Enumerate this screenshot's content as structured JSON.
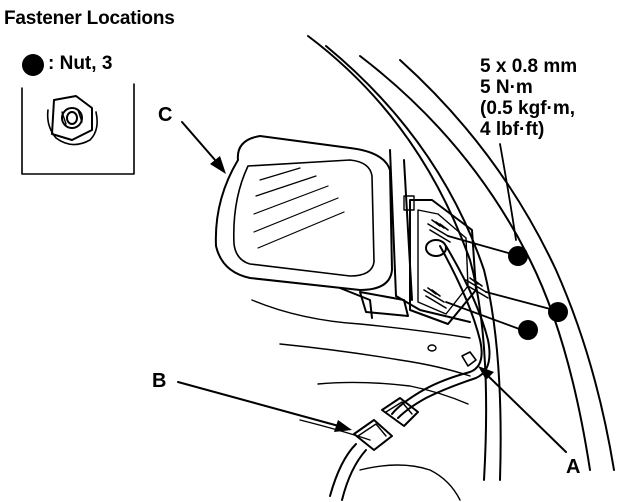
{
  "title": "Fastener Locations",
  "legend": {
    "symbol": "filled-circle",
    "label": ": Nut, 3"
  },
  "torque_spec": {
    "size": "5 x 0.8 mm",
    "torque_nm": "5 N·m",
    "torque_kgf": "(0.5 kgf·m,",
    "torque_lbf": "4 lbf·ft)"
  },
  "callouts": {
    "a": "A",
    "b": "B",
    "c": "C"
  },
  "colors": {
    "ink": "#000000",
    "paper": "#ffffff"
  }
}
